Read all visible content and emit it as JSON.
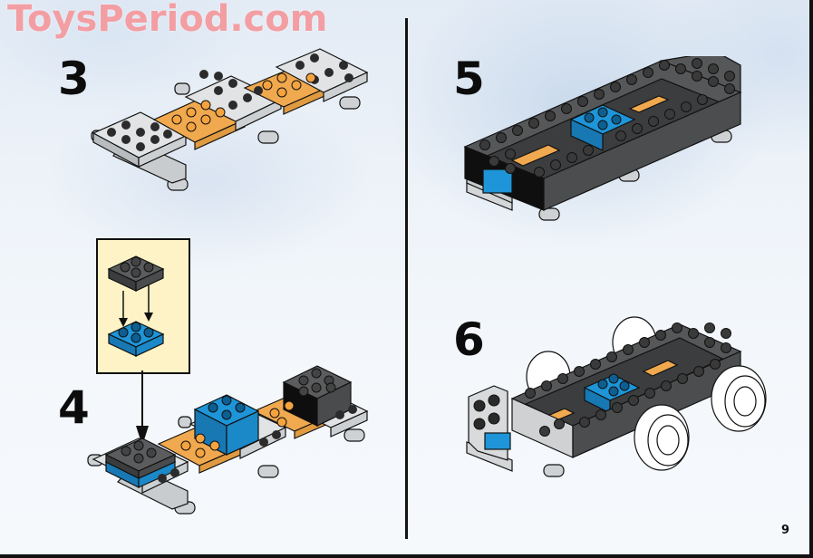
{
  "watermark": {
    "text": "ToysPeriod.com",
    "color": "#f39ea3"
  },
  "steps": [
    {
      "number": "3",
      "description": "Light gray plates with pins joined by orange plates"
    },
    {
      "number": "4",
      "description": "Add blue and dark gray bricks; dark gray plate stacked on blue plate (callout)"
    },
    {
      "number": "5",
      "description": "Dark gray long bricks form chassis frame around blue brick"
    },
    {
      "number": "6",
      "description": "Attach white wheels and light gray front grille"
    }
  ],
  "callout": {
    "top_part": "dark-gray-2x2-plate",
    "bottom_part": "blue-2x2-plate",
    "background": "#fdf3c6"
  },
  "colors": {
    "dark_gray": "#555759",
    "light_gray": "#d4d6d8",
    "orange": "#f0a94e",
    "blue": "#1e95d8",
    "white": "#ffffff",
    "outline": "#111111"
  },
  "page_number": "9"
}
